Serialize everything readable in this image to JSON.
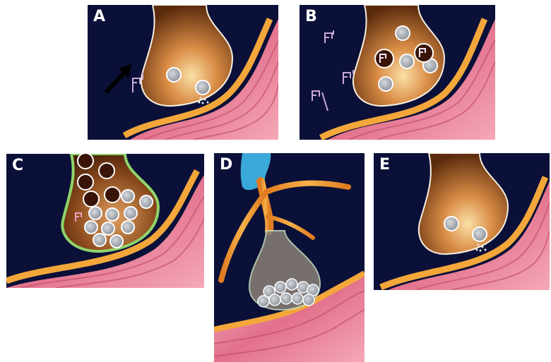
{
  "panels": [
    {
      "id": "A",
      "label": "A"
    },
    {
      "id": "B",
      "label": "B"
    },
    {
      "id": "C",
      "label": "C"
    },
    {
      "id": "D",
      "label": "D"
    },
    {
      "id": "E",
      "label": "E"
    }
  ],
  "colors": {
    "background": "#0b1038",
    "terminal_brown": "#8a4a1c",
    "terminal_glow": "#f5c98a",
    "membrane_orange": "#f0a030",
    "muscle_pink": "#e87a94",
    "vesicle_grey": "#9aa0a8",
    "schwann_blue": "#3aa8d8",
    "green_outline": "#8fd46a"
  }
}
